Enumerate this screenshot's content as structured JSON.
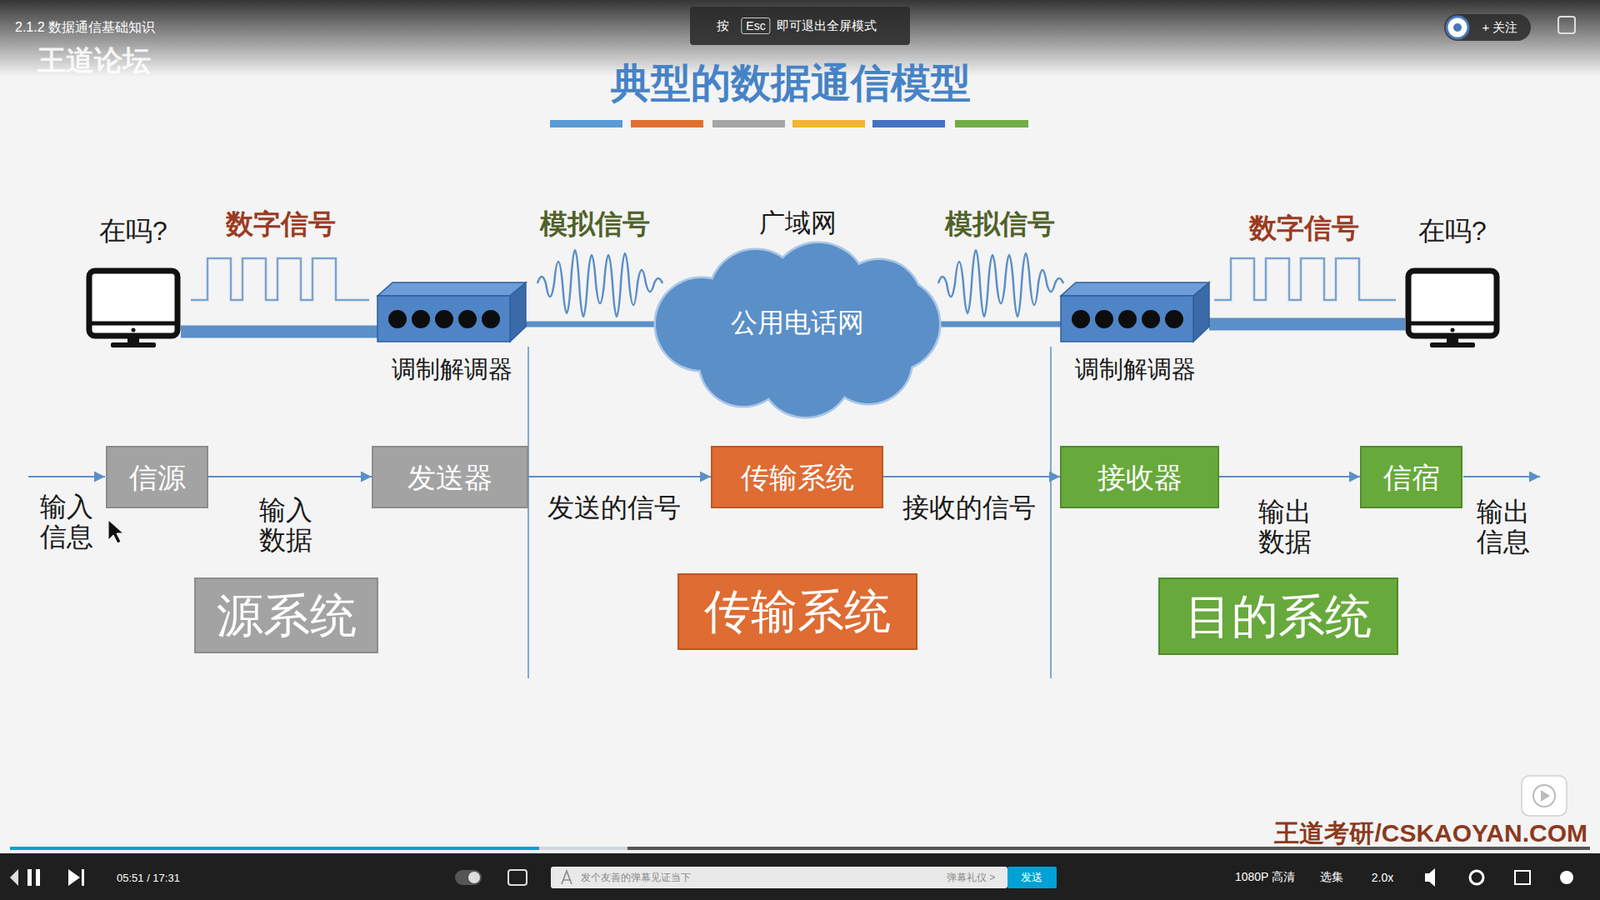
{
  "diagram": {
    "title": "典型的数据通信模型",
    "nodes": [
      {
        "text": [
          "在吗?"
        ]
      },
      {
        "text": [
          "调制解调器"
        ]
      },
      {
        "text": [
          "广域网",
          "公用电话网"
        ]
      },
      {
        "text": [
          "调制解调器"
        ]
      },
      {
        "text": [
          "在吗?"
        ]
      },
      {
        "text": [
          "信源"
        ]
      },
      {
        "text": [
          "发送器"
        ]
      },
      {
        "text": [
          "传输系统"
        ]
      },
      {
        "text": [
          "接收器"
        ]
      },
      {
        "text": [
          "信宿"
        ]
      },
      {
        "text": [
          "源系统"
        ]
      },
      {
        "text": [
          "传输系统"
        ]
      },
      {
        "text": [
          "目的系统"
        ]
      }
    ],
    "edges": [
      {
        "from": 0,
        "to": 1,
        "arrow": "none"
      },
      {
        "from": 1,
        "to": 2,
        "arrow": "none"
      },
      {
        "from": 2,
        "to": 3,
        "arrow": "none"
      },
      {
        "from": 3,
        "to": 4,
        "arrow": "none"
      },
      {
        "from": 5,
        "to": 6,
        "label": "输入 数据",
        "arrow": "to"
      },
      {
        "from": 6,
        "to": 7,
        "label": "发送的信号",
        "arrow": "to"
      },
      {
        "from": 7,
        "to": 8,
        "label": "接收的信号",
        "arrow": "to"
      },
      {
        "from": 8,
        "to": 9,
        "label": "输出 数据",
        "arrow": "to"
      }
    ],
    "labels": [
      "数字信号",
      "模拟信号",
      "模拟信号",
      "数字信号",
      "输入 信息",
      "输出 信息",
      "2.1.2 数据通信基础知识",
      "王道论坛",
      "+ 关注",
      "按",
      "Esc",
      "即可退出全屏模式",
      "05:51 / 17:31",
      "发个友善的弹幕见证当下",
      "弹幕礼仪 >",
      "发送",
      "1080P 高清",
      "选集",
      "2.0x",
      "王道考研/CSKAOYAN.COM"
    ]
  }
}
